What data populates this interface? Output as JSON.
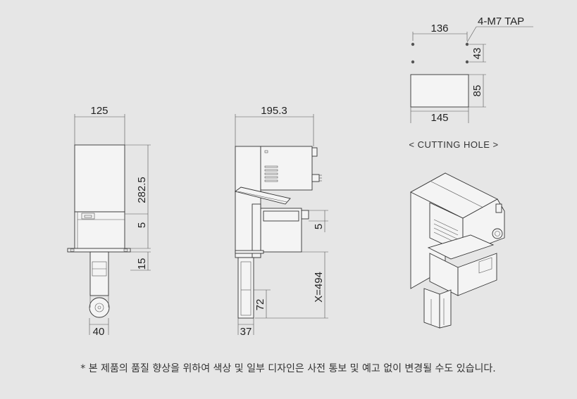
{
  "front_view": {
    "width_label": "125",
    "height_label": "282.5",
    "offset_label": "5",
    "flange_label": "15",
    "wheel_label": "40"
  },
  "side_view": {
    "width_label": "195.3",
    "offset_label": "5",
    "stroke_label": "X=494",
    "guide_height_label": "72",
    "guide_width_label": "37"
  },
  "cutting_hole": {
    "pitch_x_label": "136",
    "pitch_y_label": "43",
    "tap_label": "4-M7 TAP",
    "hole_width_label": "145",
    "hole_height_label": "85",
    "caption": "< CUTTING HOLE >"
  },
  "footer": {
    "note": "* 본 제품의 품질 향상을 위하여 색상 및 일부 디자인은 사전 통보 및 예고 없이 변경될 수도 있습니다."
  }
}
